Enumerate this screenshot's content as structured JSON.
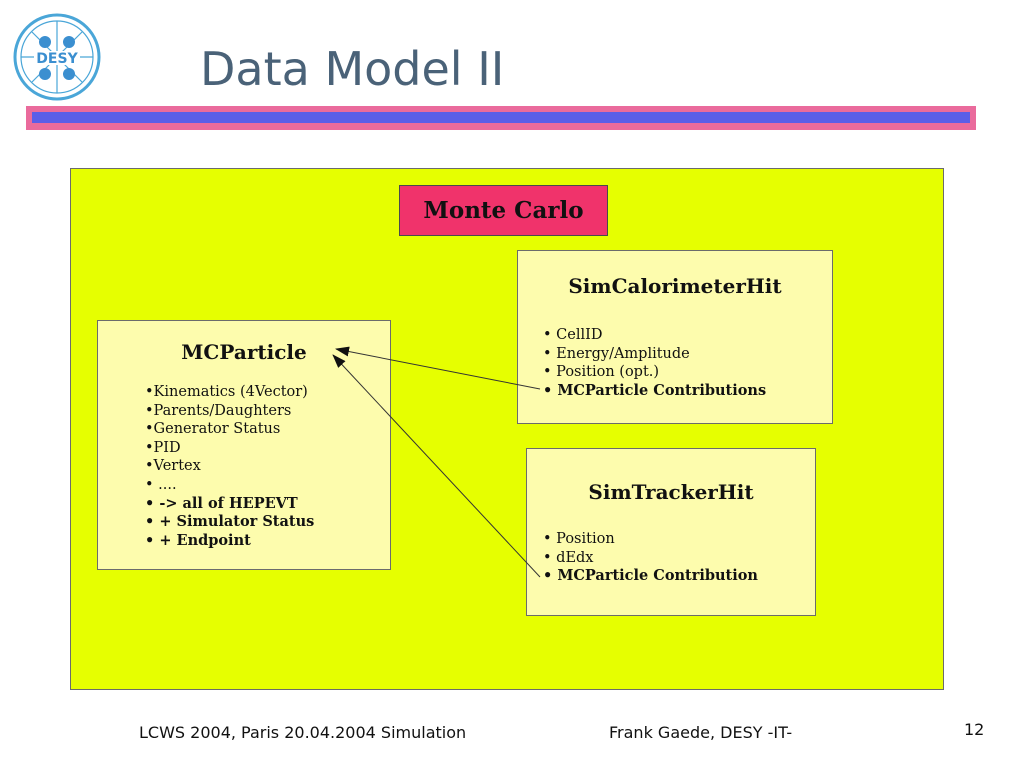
{
  "logo": {
    "text": "DESY"
  },
  "slide": {
    "title": "Data Model II"
  },
  "diagram": {
    "header_box": "Monte Carlo",
    "classes": [
      {
        "name": "MCParticle",
        "items": [
          "•Kinematics (4Vector)",
          "•Parents/Daughters",
          "•Generator Status",
          "•PID",
          "•Vertex",
          "• ....",
          "• -> all of HEPEVT",
          "• + Simulator Status",
          "• + Endpoint"
        ]
      },
      {
        "name": "SimCalorimeterHit",
        "items": [
          "• CellID",
          "• Energy/Amplitude",
          "• Position (opt.)",
          "• MCParticle Contributions"
        ]
      },
      {
        "name": "SimTrackerHit",
        "items": [
          "• Position",
          "• dEdx",
          "• MCParticle Contribution"
        ]
      }
    ],
    "relations": [
      {
        "from": "SimCalorimeterHit",
        "to": "MCParticle",
        "via": "MCParticle Contributions"
      },
      {
        "from": "SimTrackerHit",
        "to": "MCParticle",
        "via": "MCParticle Contribution"
      }
    ]
  },
  "footer": {
    "left": "LCWS 2004, Paris 20.04.2004 Simulation",
    "center": "Frank Gaede, DESY -IT-",
    "page": "12"
  },
  "colors": {
    "title": "#4a6278",
    "background_panel": "#e6ff00",
    "class_box": "#fdfcad",
    "header_box": "#f0336b",
    "bar_outer": "#ea6b9c",
    "bar_inner": "#5a5ee8"
  }
}
